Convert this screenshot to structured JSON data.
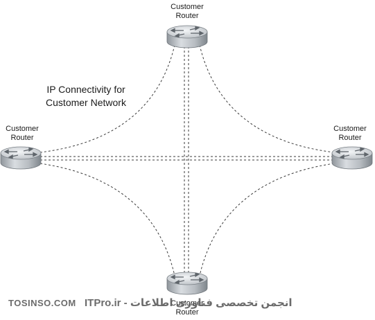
{
  "caption": {
    "line1": "IP Connectivity for",
    "line2": "Customer Network"
  },
  "nodes": {
    "top": {
      "line1": "Customer",
      "line2": "Router"
    },
    "left": {
      "line1": "Customer",
      "line2": "Router"
    },
    "right": {
      "line1": "Customer",
      "line2": "Router"
    },
    "bottom": {
      "line1": "Customer",
      "line2": "Router"
    }
  },
  "watermark": {
    "left_text": "TOSINSO.COM",
    "right_text": "انجمن تخصصی فناوری اطلاعات - ITPro.ir"
  },
  "colors": {
    "router_body": "#b8bcc0",
    "router_top": "#dfe2e5",
    "link": "#3a3a3a",
    "text": "#1a1a1a"
  }
}
